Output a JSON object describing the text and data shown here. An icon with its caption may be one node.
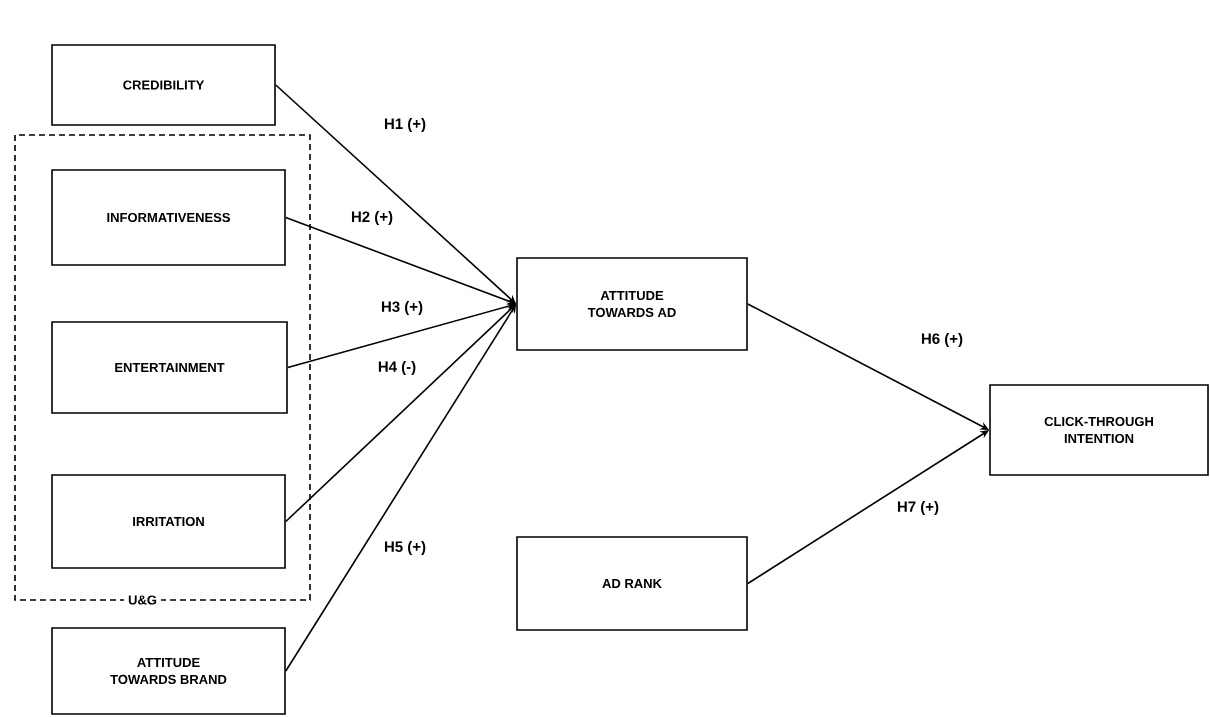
{
  "diagram": {
    "nodes": [
      {
        "text": [
          "CREDIBILITY"
        ]
      },
      {
        "text": [
          "U&G"
        ]
      },
      {
        "text": [
          "INFORMATIVENESS"
        ],
        "in": 1
      },
      {
        "text": [
          "ENTERTAINMENT"
        ],
        "in": 1
      },
      {
        "text": [
          "IRRITATION"
        ],
        "in": 1
      },
      {
        "text": [
          "ATTITUDE TOWARDS BRAND"
        ]
      },
      {
        "text": [
          "ATTITUDE TOWARDS AD"
        ]
      },
      {
        "text": [
          "CLICK-THROUGH INTENTION"
        ]
      },
      {
        "text": [
          "AD RANK"
        ]
      }
    ],
    "edges": [
      {
        "from": 0,
        "to": 6,
        "arrow": "to",
        "label": "H1 (+)"
      },
      {
        "from": 2,
        "to": 6,
        "arrow": "to",
        "label": "H2 (+)"
      },
      {
        "from": 3,
        "to": 6,
        "arrow": "to",
        "label": "H3 (+)"
      },
      {
        "from": 4,
        "to": 6,
        "arrow": "to",
        "label": "H4 (-)"
      },
      {
        "from": 5,
        "to": 6,
        "arrow": "to",
        "label": "H5 (+)"
      },
      {
        "from": 6,
        "to": 7,
        "arrow": "to",
        "label": "H6 (+)"
      },
      {
        "from": 8,
        "to": 7,
        "arrow": "to",
        "label": "H7 (+)"
      }
    ]
  }
}
